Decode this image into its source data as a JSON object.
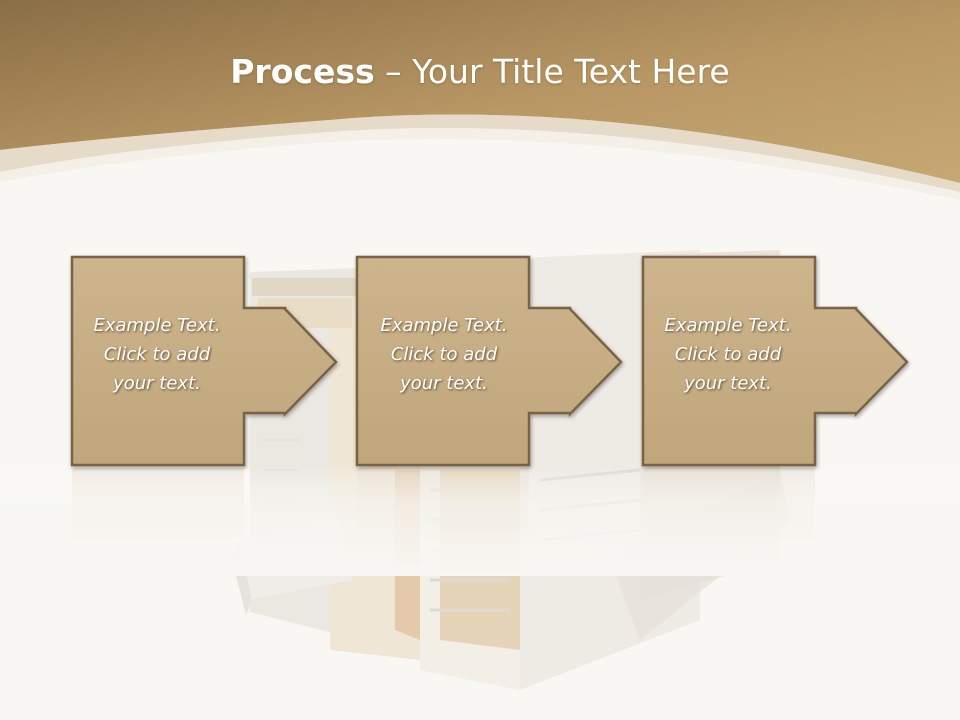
{
  "slide": {
    "title_bold": "Process",
    "title_rest": " – Your Title Text Here"
  },
  "steps": [
    {
      "lines": [
        "Example Text.",
        "Click  to add",
        "your text."
      ]
    },
    {
      "lines": [
        "Example Text.",
        "Click  to add",
        "your text."
      ]
    },
    {
      "lines": [
        "Example Text.",
        "Click  to add",
        "your text."
      ]
    }
  ],
  "colors": {
    "banner_dark": "#8a6e45",
    "banner_light": "#c4a36f",
    "box_fill": "#c8b088",
    "box_border": "#7a6445",
    "background": "#f8f7f3"
  }
}
